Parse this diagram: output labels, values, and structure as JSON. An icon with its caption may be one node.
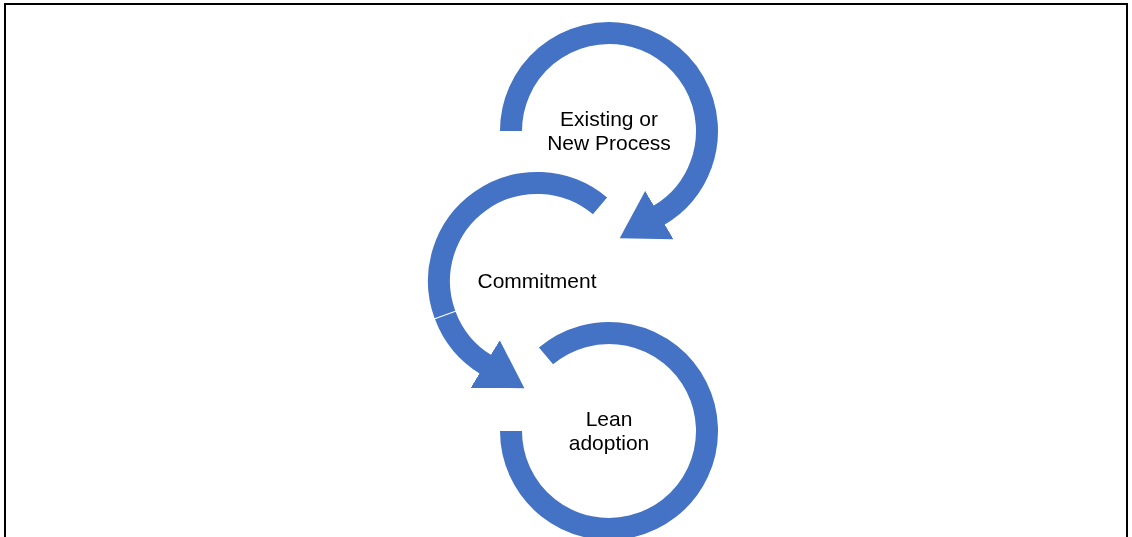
{
  "diagram": {
    "nodes": [
      {
        "text": [
          "Existing or New Process"
        ]
      },
      {
        "text": [
          "Commitment"
        ]
      },
      {
        "text": [
          "Lean adoption"
        ]
      }
    ],
    "edges": [
      {
        "from": 0,
        "to": 1,
        "arrow": "to"
      },
      {
        "from": 1,
        "to": 2,
        "arrow": "to"
      }
    ]
  }
}
